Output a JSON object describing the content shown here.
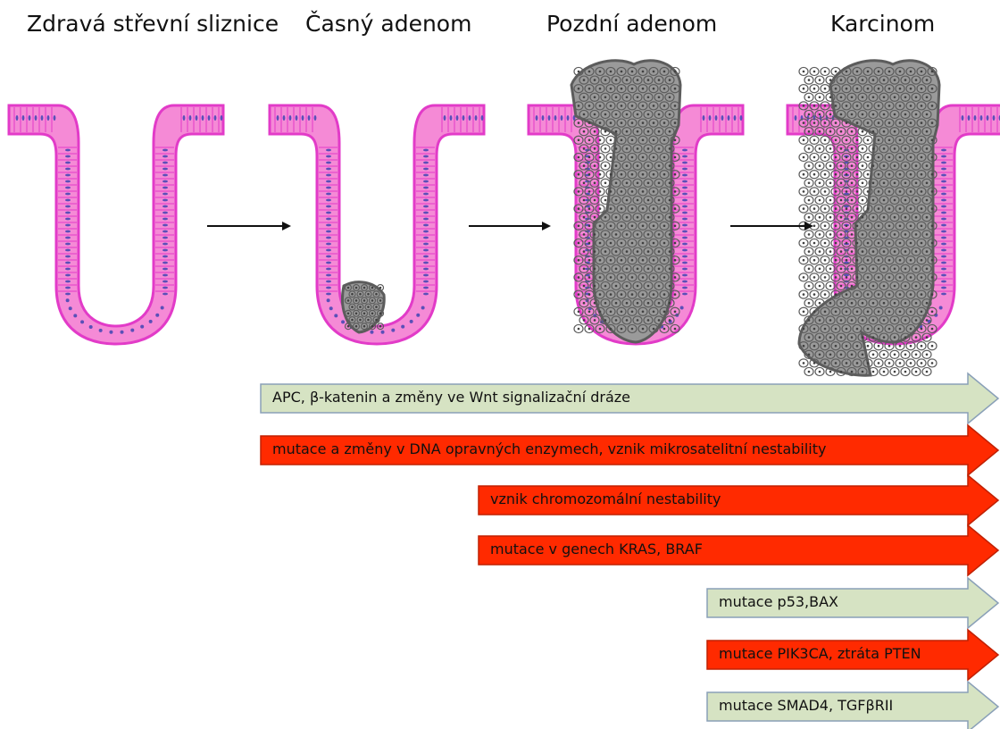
{
  "stages": [
    {
      "title": "Zdravá střevní sliznice"
    },
    {
      "title": "Časný adenom"
    },
    {
      "title": "Pozdní adenom"
    },
    {
      "title": "Karcinom"
    }
  ],
  "colors": {
    "mucosa_fill": "#f58ad6",
    "mucosa_outline": "#e23bc8",
    "nucleus": "#5a4fb8",
    "tumor_fill": "#9a9a9a",
    "tumor_outline": "#5c5c5c",
    "arrow_green": "#d6e3c3",
    "arrow_green_border": "#8aa0b8",
    "arrow_red": "#ff2a00",
    "arrow_red_border": "#c02000"
  },
  "pathways": [
    {
      "label": "APC, β-katenin a změny ve Wnt signalizační dráze",
      "color": "green"
    },
    {
      "label": "mutace a změny v DNA opravných enzymech, vznik mikrosatelitní nestability",
      "color": "red"
    },
    {
      "label": "vznik chromozomální nestability",
      "color": "red"
    },
    {
      "label": "mutace v genech KRAS, BRAF",
      "color": "red"
    },
    {
      "label": "mutace p53,BAX",
      "color": "green"
    },
    {
      "label": "mutace PIK3CA, ztráta PTEN",
      "color": "red"
    },
    {
      "label": "mutace SMAD4, TGFβRII",
      "color": "green"
    }
  ]
}
